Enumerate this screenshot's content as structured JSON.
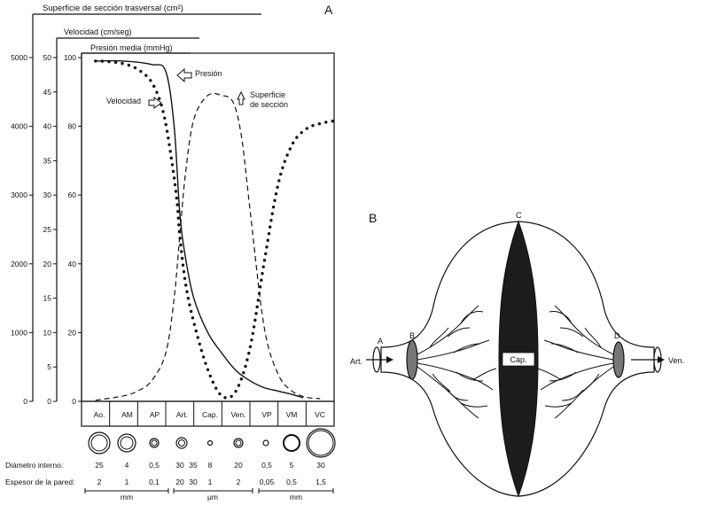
{
  "panel_a": {
    "label": "A",
    "axis_labels": {
      "area": "Superficie de sección trasversal (cm²)",
      "velocity": "Velocidad (cm/seg)",
      "pressure": "Presión media (mmHg)"
    },
    "annotations": {
      "pressure": "Presión",
      "velocity": "Velocidad",
      "area_line1": "Superficie",
      "area_line2": "de sección"
    },
    "category_label_row": [
      "Ao.",
      "AM",
      "AP",
      "Art.",
      "Cap.",
      "Ven.",
      "VP",
      "VM",
      "VC"
    ],
    "row_labels": {
      "diameter": "Diámetro interno:",
      "wall": "Espesor de la pared:"
    },
    "diameter_values": [
      "25",
      "4",
      "0,5",
      "30",
      "35",
      "8",
      "20",
      "0,5",
      "5",
      "30"
    ],
    "wall_values": [
      "2",
      "1",
      "0,1",
      "20",
      "30",
      "1",
      "2",
      "0,05",
      "0,5",
      "1,5"
    ],
    "units": [
      "mm",
      "μm",
      "mm"
    ]
  },
  "chart_data": {
    "type": "line",
    "categories": [
      "Ao.",
      "AM",
      "AP",
      "Art.",
      "Cap.",
      "Ven.",
      "VP",
      "VM",
      "VC"
    ],
    "axes": {
      "area": {
        "label": "Superficie de sección trasversal (cm²)",
        "ylim": [
          0,
          5000
        ],
        "ticks": [
          0,
          1000,
          2000,
          3000,
          4000,
          5000
        ]
      },
      "velocity": {
        "label": "Velocidad (cm/seg)",
        "ylim": [
          0,
          50
        ],
        "ticks": [
          0,
          5,
          10,
          15,
          20,
          25,
          30,
          35,
          40,
          45,
          50
        ]
      },
      "pressure": {
        "label": "Presión media (mmHg)",
        "ylim": [
          0,
          100
        ],
        "ticks": [
          0,
          20,
          40,
          60,
          80,
          100
        ]
      }
    },
    "series": [
      {
        "name": "Presión",
        "style": "solid",
        "axis": "pressure",
        "x": [
          0,
          1,
          2,
          2.5,
          2.8,
          3.0,
          3.2,
          3.5,
          4.0,
          4.5,
          5.0,
          5.5,
          6.0,
          6.5,
          7.0,
          7.4
        ],
        "y": [
          99,
          99,
          98,
          96,
          80,
          55,
          42,
          30,
          20,
          14,
          9,
          6,
          4,
          3,
          2,
          1
        ]
      },
      {
        "name": "Velocidad",
        "style": "dotted",
        "axis": "velocity",
        "x": [
          0,
          0.5,
          1.0,
          1.5,
          2.0,
          2.4,
          2.7,
          2.9,
          3.0,
          3.2,
          3.5,
          4.0,
          4.5,
          5.0,
          5.5,
          6.0,
          6.5,
          7.0,
          7.5,
          8.0,
          8.5
        ],
        "y": [
          49.5,
          49.4,
          49.1,
          48.3,
          46.4,
          42.3,
          35.4,
          29.1,
          24.2,
          17.3,
          11.5,
          4.6,
          0.8,
          1.5,
          7.7,
          20.0,
          31.5,
          37.3,
          39.6,
          40.4,
          40.8
        ]
      },
      {
        "name": "Superficie de sección",
        "style": "dashed",
        "axis": "area",
        "x": [
          0,
          1.0,
          1.5,
          2.0,
          2.5,
          2.8,
          3.0,
          3.2,
          3.5,
          4.0,
          4.5,
          4.9,
          5.2,
          5.5,
          6.0,
          6.5,
          7.0,
          7.5,
          8.0
        ],
        "y": [
          15,
          80,
          150,
          300,
          700,
          1500,
          2400,
          3300,
          4100,
          4450,
          4450,
          4350,
          3850,
          2800,
          1100,
          400,
          150,
          60,
          40
        ]
      }
    ]
  },
  "panel_b": {
    "label": "B",
    "labels": {
      "a": "A",
      "b": "B",
      "c": "C",
      "d": "D",
      "cap": "Cap.",
      "art": "Art.",
      "ven": "Ven."
    }
  }
}
